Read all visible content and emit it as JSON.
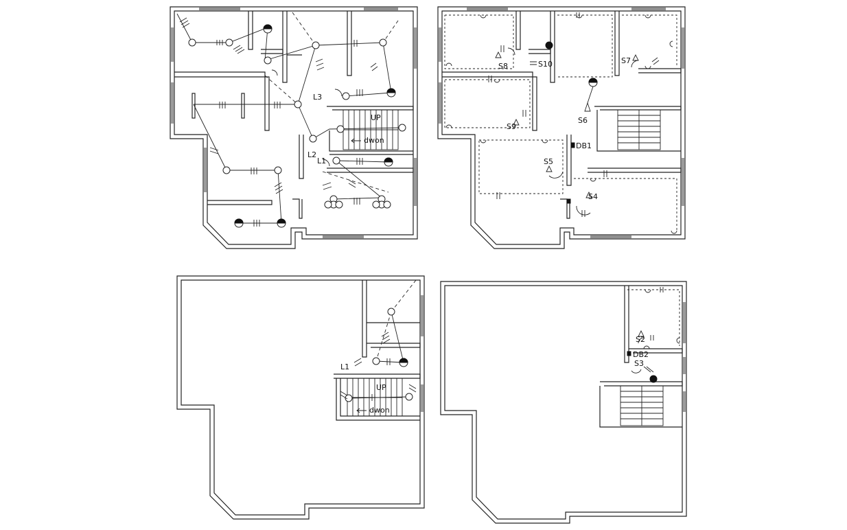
{
  "plans": [
    {
      "id": "ground-lighting",
      "labels": [
        "L3",
        "L2",
        "L1",
        "UP",
        "dwon"
      ]
    },
    {
      "id": "ground-power",
      "labels": [
        "S8",
        "S10",
        "S7",
        "S6",
        "S9",
        "DB1",
        "S5",
        "S4"
      ]
    },
    {
      "id": "first-lighting",
      "labels": [
        "L1",
        "UP",
        "dwon"
      ]
    },
    {
      "id": "first-power",
      "labels": [
        "S2",
        "DB2",
        "S3"
      ]
    }
  ],
  "text": {
    "l3": "L3",
    "l2": "L2",
    "l1": "L1",
    "up1": "UP",
    "down1": "dwon",
    "s8": "S8",
    "s10": "S10",
    "s7": "S7",
    "s6": "S6",
    "s9": "S9",
    "db1": "DB1",
    "s5": "S5",
    "s4": "S4",
    "l1b": "L1",
    "up2": "UP",
    "down2": "dwon",
    "s2": "S2",
    "db2": "DB2",
    "s3": "S3"
  }
}
